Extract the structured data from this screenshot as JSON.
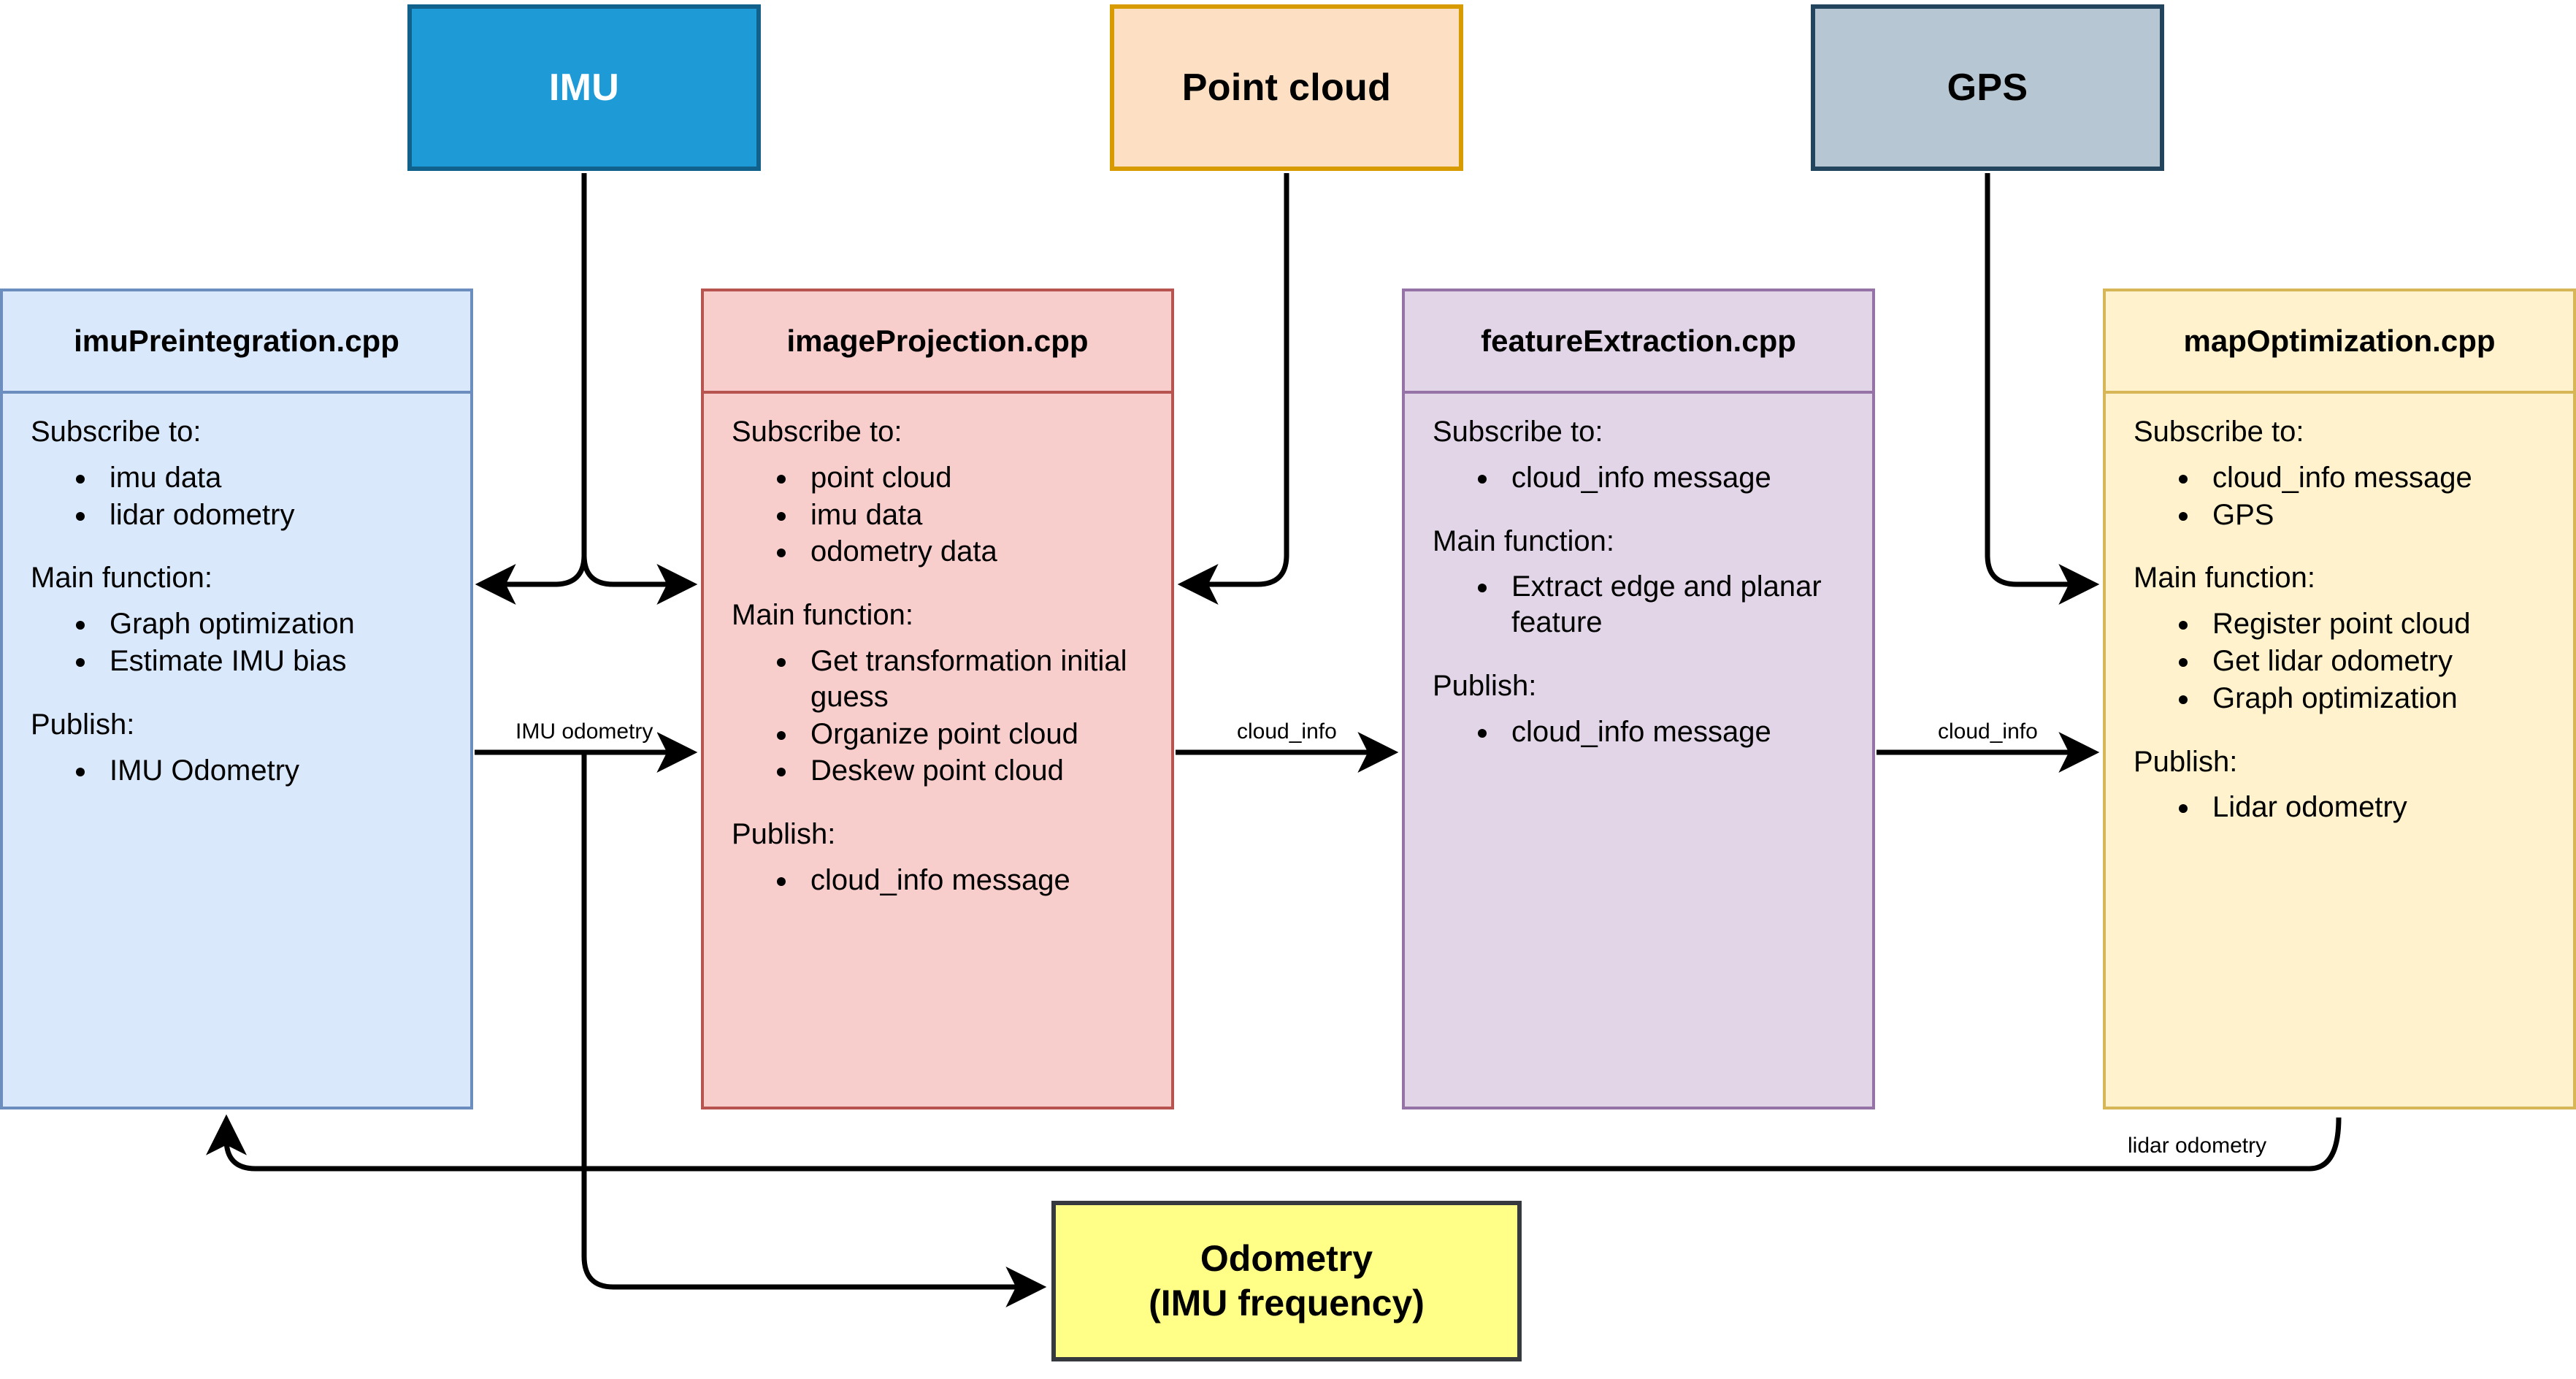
{
  "diagram": {
    "title_hidden": "LIO-SAM node data flow",
    "colors": {
      "imu_fill": "#1e9ad6",
      "imu_border": "#10628c",
      "pointcloud_fill": "#fde0c4",
      "pointcloud_border": "#d79b00",
      "gps_fill": "#b6c6d2",
      "gps_border": "#23445d",
      "imupre_fill": "#dae8fc",
      "imupre_border": "#6c8ebf",
      "imageproj_fill": "#f8cecc",
      "imageproj_border": "#b85450",
      "featext_fill": "#e1d5e7",
      "featext_border": "#9673a6",
      "mapopt_fill": "#fff2cc",
      "mapopt_border": "#d6b656",
      "odom_fill": "#ffff88",
      "odom_border": "#36393d",
      "edge": "#000000"
    }
  },
  "sources": [
    {
      "id": "imu",
      "label": "IMU"
    },
    {
      "id": "point-cloud",
      "label": "Point cloud"
    },
    {
      "id": "gps",
      "label": "GPS"
    }
  ],
  "modules": [
    {
      "id": "imu-preintegration",
      "title": "imuPreintegration.cpp",
      "sections": [
        {
          "head": "Subscribe to:",
          "items": [
            "imu data",
            "lidar odometry"
          ]
        },
        {
          "head": "Main function:",
          "items": [
            "Graph optimization",
            "Estimate IMU bias"
          ]
        },
        {
          "head": "Publish:",
          "items": [
            "IMU Odometry"
          ]
        }
      ]
    },
    {
      "id": "image-projection",
      "title": "imageProjection.cpp",
      "sections": [
        {
          "head": "Subscribe to:",
          "items": [
            "point cloud",
            "imu data",
            "odometry data"
          ]
        },
        {
          "head": "Main function:",
          "items": [
            "Get transformation initial guess",
            "Organize point cloud",
            "Deskew point cloud"
          ]
        },
        {
          "head": "Publish:",
          "items": [
            "cloud_info message"
          ]
        }
      ]
    },
    {
      "id": "feature-extraction",
      "title": "featureExtraction.cpp",
      "sections": [
        {
          "head": "Subscribe to:",
          "items": [
            "cloud_info message"
          ]
        },
        {
          "head": "Main function:",
          "items": [
            "Extract edge and planar feature"
          ]
        },
        {
          "head": "Publish:",
          "items": [
            "cloud_info message"
          ]
        }
      ]
    },
    {
      "id": "map-optimization",
      "title": "mapOptimization.cpp",
      "sections": [
        {
          "head": "Subscribe to:",
          "items": [
            "cloud_info message",
            "GPS"
          ]
        },
        {
          "head": "Main function:",
          "items": [
            "Register point cloud",
            "Get lidar odometry",
            "Graph optimization"
          ]
        },
        {
          "head": "Publish:",
          "items": [
            "Lidar odometry"
          ]
        }
      ]
    }
  ],
  "outputs": [
    {
      "id": "odometry",
      "line1": "Odometry",
      "line2": "(IMU frequency)"
    }
  ],
  "edge_labels": [
    {
      "id": "imu-odometry",
      "text": "IMU odometry"
    },
    {
      "id": "cloud-info-1",
      "text": "cloud_info"
    },
    {
      "id": "cloud-info-2",
      "text": "cloud_info"
    },
    {
      "id": "lidar-odometry",
      "text": "lidar odometry"
    }
  ]
}
